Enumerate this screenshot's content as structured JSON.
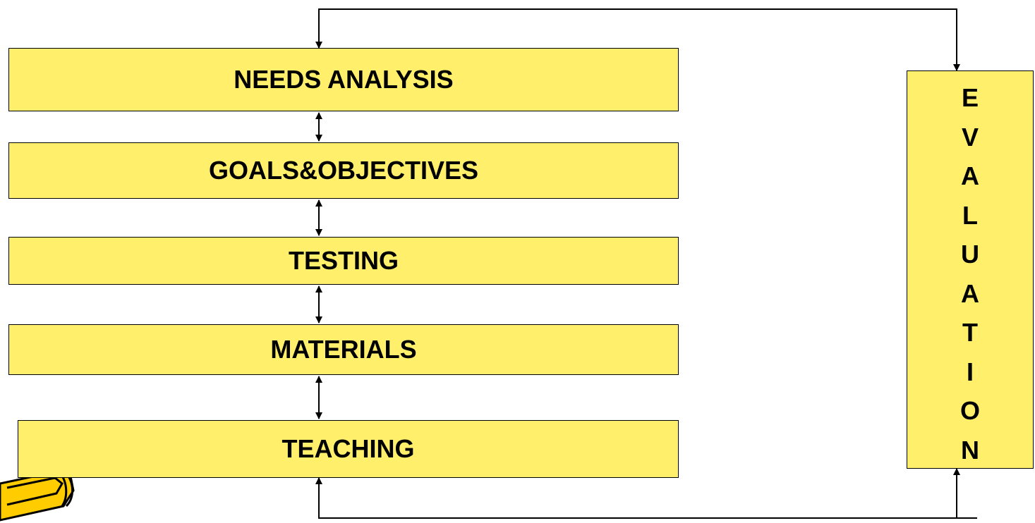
{
  "diagram": {
    "boxes": {
      "needs_analysis": "NEEDS ANALYSIS",
      "goals_objectives": "GOALS&OBJECTIVES",
      "testing": "TESTING",
      "materials": "MATERIALS",
      "teaching": "TEACHING"
    },
    "evaluation_letters": [
      "E",
      "V",
      "A",
      "L",
      "U",
      "A",
      "T",
      "I",
      "O",
      "N"
    ]
  },
  "colors": {
    "box_fill": "#ffef6b",
    "line": "#000000",
    "pencil_fill": "#ffcc00"
  },
  "icons": {
    "pencil": "pencil-icon"
  }
}
